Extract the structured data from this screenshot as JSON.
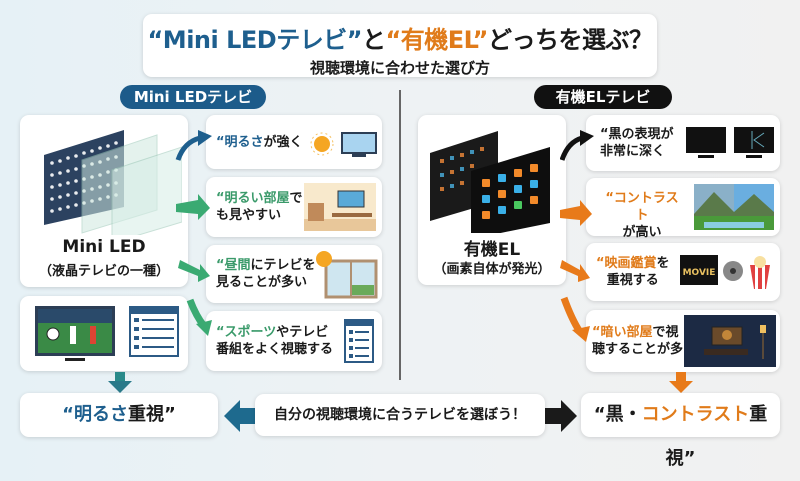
{
  "header": {
    "title_parts": [
      "“Mini LEDテレビ”",
      "と",
      "“有機EL”",
      "どっちを選ぶ？"
    ],
    "subtitle": "視聴環境に合わせた選び方"
  },
  "left": {
    "pill": "Mini LEDテレビ",
    "product_name": "Mini LED",
    "product_sub": "（液晶テレビの一種）",
    "items": [
      {
        "highlight": "“明るさ",
        "rest": "が強く",
        "icons": [
          "sun-icon",
          "tv-icon"
        ]
      },
      {
        "highlight": "“明るい部屋",
        "rest": "で",
        "line2": "も見やすい",
        "icons": [
          "living-room-icon"
        ]
      },
      {
        "highlight": "“昼間",
        "rest": "にテレビを",
        "line2": "見ることが多い",
        "icons": [
          "sun-icon",
          "window-icon"
        ]
      },
      {
        "highlight": "“スポーツ",
        "rest": "やテレビ",
        "line2": "番組をよく視聴する",
        "icons": [
          "program-guide-icon"
        ]
      }
    ],
    "result_highlight": "“明るさ",
    "result_rest": "重視”",
    "accent": "#1e5f8e",
    "arrow_green": "#3aaa72"
  },
  "right": {
    "pill": "有機ELテレビ",
    "product_name": "有機EL",
    "product_sub": "（画素自体が発光）",
    "items": [
      {
        "highlight": "“黒の表現が",
        "line2": "非常に深く",
        "icons": [
          "black-tv-icon",
          "tv-icon"
        ]
      },
      {
        "highlight": "“コントラスト",
        "line2": "が高い",
        "icons": [
          "landscape-icon"
        ]
      },
      {
        "highlight": "“映画鑑賞",
        "rest": "を",
        "line2": "重視する",
        "icons": [
          "movie-icon",
          "film-reel-icon",
          "popcorn-icon"
        ]
      },
      {
        "highlight": "“暗い部屋",
        "rest": "で視",
        "line2": "聴することが多い",
        "icons": [
          "dark-room-icon"
        ]
      }
    ],
    "result_prefix": "“黒・",
    "result_highlight": "コントラスト",
    "result_rest": "重視”",
    "accent": "#e07b1a"
  },
  "center_message": "自分の視聴環境に合うテレビを選ぼう！"
}
